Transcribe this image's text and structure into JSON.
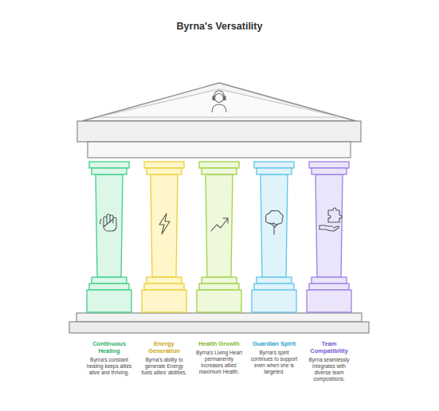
{
  "diagram": {
    "title": "Byrna's Versatility",
    "nodes": [
      {
        "text": [
          "Continuous Healing",
          "Byrna's constant healing keeps allies alive and thriving."
        ]
      },
      {
        "text": [
          "Energy Generation",
          "Byrna's ability to generate Energy fuels allies' abilities."
        ]
      },
      {
        "text": [
          "Health Growth",
          "Byrna's Living Heart permanently increases allies' maximum Health."
        ]
      },
      {
        "text": [
          "Guardian Spirit",
          "Byrna's spirit continues to support even when she is targeted."
        ]
      },
      {
        "text": [
          "Team Compatibility",
          "Byrna seamlessly integrates with diverse team compositions."
        ]
      }
    ]
  }
}
